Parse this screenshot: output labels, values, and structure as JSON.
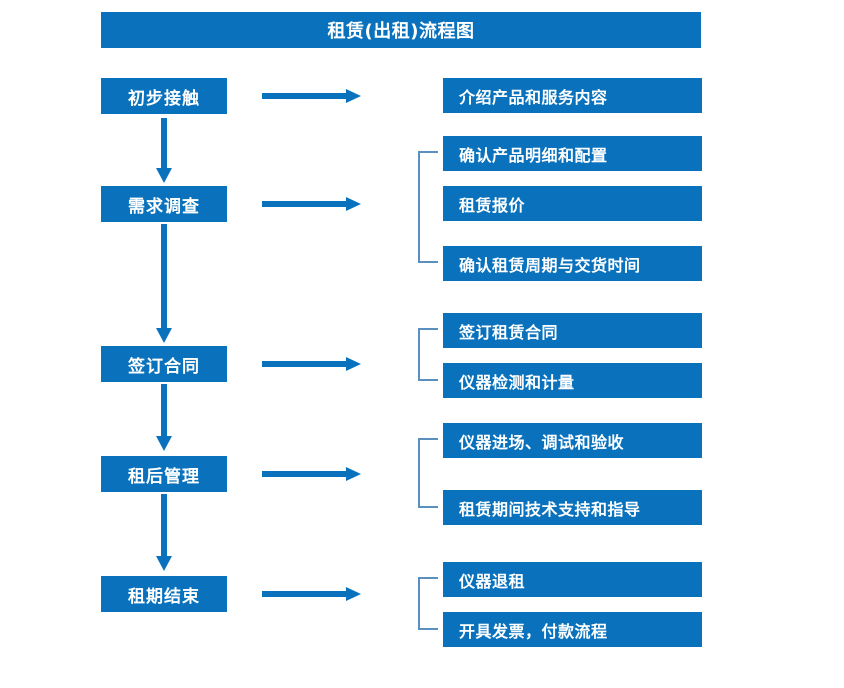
{
  "diagram": {
    "title": "租赁(出租)流程图",
    "accent_color": "#0a72bd",
    "bracket_color": "#5b8fc0",
    "text_color": "#ffffff",
    "background_color": "#ffffff",
    "type": "flowchart",
    "stages": [
      {
        "id": "stage-1",
        "label": "初步接触",
        "details": [
          "介绍产品和服务内容"
        ],
        "grouped": false
      },
      {
        "id": "stage-2",
        "label": "需求调查",
        "details": [
          "确认产品明细和配置",
          "租赁报价",
          "确认租赁周期与交货时间"
        ],
        "grouped": true
      },
      {
        "id": "stage-3",
        "label": "签订合同",
        "details": [
          "签订租赁合同",
          "仪器检测和计量"
        ],
        "grouped": true
      },
      {
        "id": "stage-4",
        "label": "租后管理",
        "details": [
          "仪器进场、调试和验收",
          "租赁期间技术支持和指导"
        ],
        "grouped": true
      },
      {
        "id": "stage-5",
        "label": "租期结束",
        "details": [
          "仪器退租",
          "开具发票，付款流程"
        ],
        "grouped": true
      }
    ],
    "detail_boxes": [
      "介绍产品和服务内容",
      "确认产品明细和配置",
      "租赁报价",
      "确认租赁周期与交货时间",
      "签订租赁合同",
      "仪器检测和计量",
      "仪器进场、调试和验收",
      "租赁期间技术支持和指导",
      "仪器退租",
      "开具发票，付款流程"
    ],
    "icons": {
      "right_arrow": "right-arrow-icon",
      "down_arrow": "down-arrow-icon",
      "group_bracket": "group-bracket-icon"
    }
  }
}
